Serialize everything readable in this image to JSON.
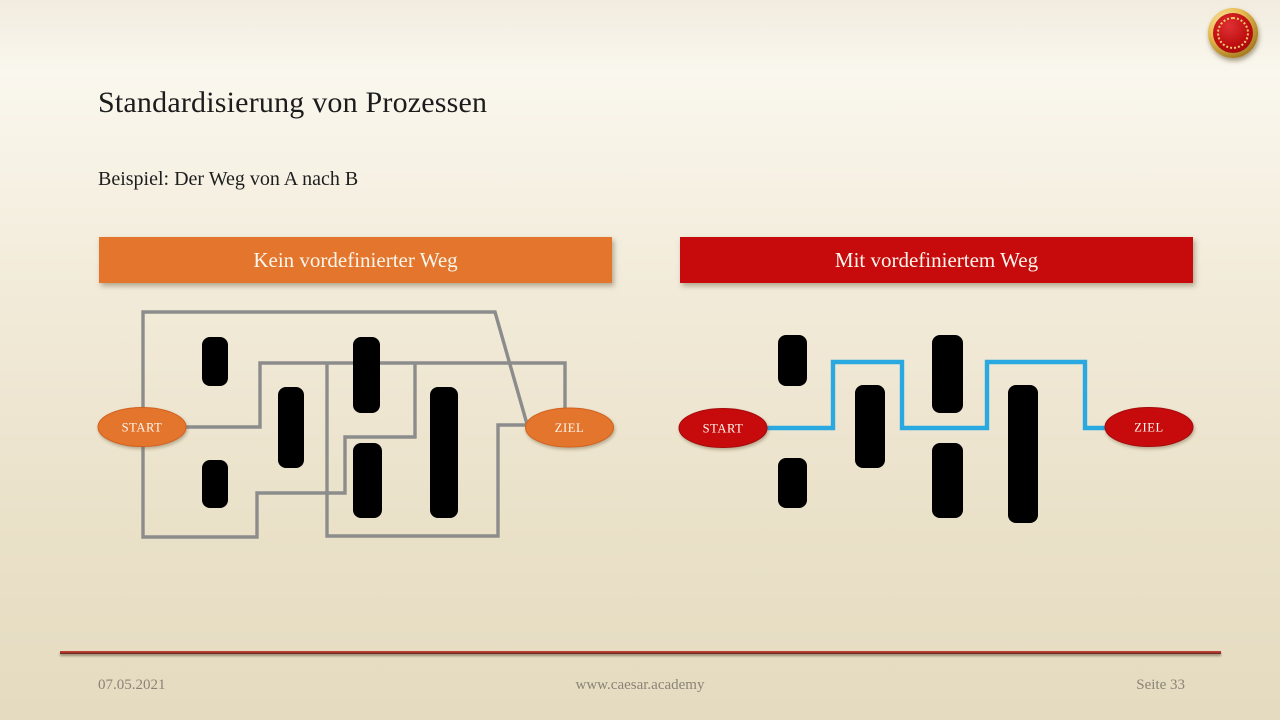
{
  "slide": {
    "title": "Standardisierung von Prozessen",
    "subtitle": "Beispiel: Der Weg von A nach B"
  },
  "panels": {
    "left": {
      "header": "Kein vordefinierter Weg",
      "start_label": "START",
      "ziel_label": "ZIEL",
      "accent": "#E4752D",
      "path_color": "#8C8C8C",
      "path_style": "chaotic-undefined-route"
    },
    "right": {
      "header": "Mit vordefiniertem Weg",
      "start_label": "START",
      "ziel_label": "ZIEL",
      "accent": "#C70B0D",
      "path_color": "#29A9E0",
      "path_style": "direct-predefined-route"
    }
  },
  "footer": {
    "date": "07.05.2021",
    "website": "www.caesar.academy",
    "page": "Seite 33"
  },
  "logo": {
    "name": "caesar-academy-badge",
    "gold": "#D4A43C",
    "red": "#BE0E10"
  },
  "colors": {
    "background_top": "#F8F4EA",
    "background_bottom": "#E4DBC0",
    "obstacle": "#000000",
    "footer_line": "#A93226",
    "footer_text": "#8B8475",
    "title_text": "#1C1C1C",
    "bar_text": "#FBF6EC"
  }
}
